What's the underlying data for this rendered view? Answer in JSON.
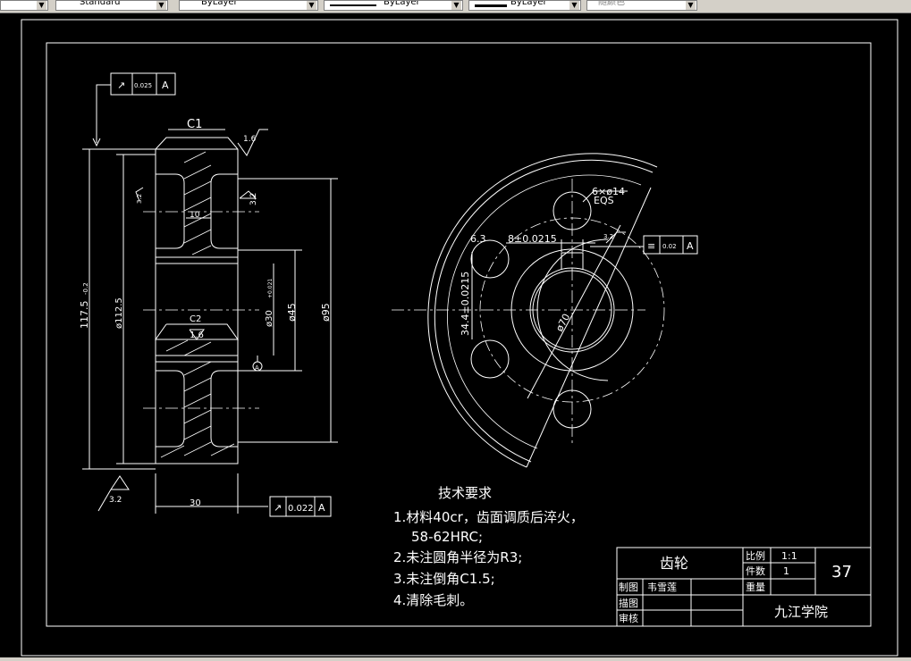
{
  "toolbar": {
    "left_arrow": "▼",
    "style_value": "Standard",
    "layer_value": "ByLayer",
    "linetype_value": "ByLayer",
    "lineweight_value": "ByLayer",
    "color_value": "随颜色"
  },
  "drawing": {
    "gdt_top": {
      "symbol": "↗",
      "value": "0.025",
      "datum": "A"
    },
    "gdt_bottom": {
      "symbol": "↗",
      "value": "0.022",
      "datum": "A"
    },
    "gdt_right": {
      "symbol": "≡",
      "value": "0.02",
      "datum": "A"
    },
    "dims": {
      "c1": "C1",
      "rough_16_top": "1.6",
      "rough_32_left": "3.2",
      "rough_32_right": "3.2",
      "rough_16_mid": "1.6",
      "rough_32_bottom": "3.2",
      "d10": "10",
      "c2": "C2",
      "d117": "117.5",
      "d117_tol": "-0.2",
      "d112": "ø112.5",
      "d30h": "ø30",
      "d30h_tol": "+0.021",
      "d45": "ø45",
      "d95": "ø95",
      "d30w": "30",
      "datum_label": "A",
      "d6x14": "6×ø14",
      "eqs": "EQS",
      "r63": "6.3",
      "d8": "8±0.0215",
      "r32b": "3.2",
      "d344": "34.4±0.0215",
      "d70": "ø70"
    },
    "tech_title": "技术要求",
    "tech_lines": [
      "1.材料40cr，齿面调质后淬火，",
      "58-62HRC;",
      "2.未注圆角半径为R3;",
      "3.未注倒角C1.5;",
      "4.清除毛刺。"
    ],
    "title_block": {
      "part_name": "齿轮",
      "scale_label": "比例",
      "scale_value": "1:1",
      "qty_label": "件数",
      "qty_value": "1",
      "weight_label": "重量",
      "sheet_no": "37",
      "drawn_label": "制图",
      "drawn_name": "韦雪莲",
      "traced_label": "描图",
      "checked_label": "审核",
      "school": "九江学院"
    }
  },
  "colors": {
    "line": "#ffffff",
    "background": "#000000"
  }
}
